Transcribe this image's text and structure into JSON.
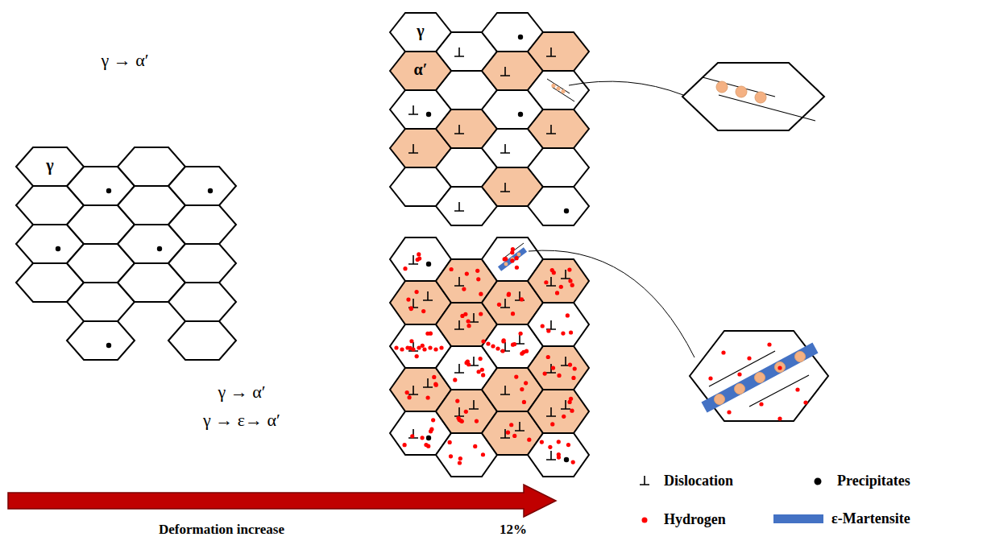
{
  "diagram": {
    "nodes": [
      {
        "text": [
          "γ"
        ]
      },
      {
        "text": [
          "γ"
        ]
      },
      {
        "text": [
          "α′"
        ]
      }
    ],
    "labels": [
      "γ → α′",
      "γ → α′",
      "γ → ε→ α′",
      "Deformation increase",
      "12%"
    ],
    "legend": [
      {
        "text": "Dislocation"
      },
      {
        "text": "Precipitates"
      },
      {
        "text": "Hydrogen"
      },
      {
        "text": "ε-Martensite",
        "color": "#4472c4"
      }
    ]
  }
}
